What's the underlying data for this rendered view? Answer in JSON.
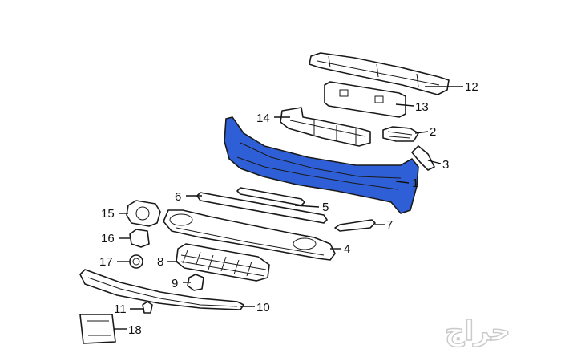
{
  "diagram": {
    "highlight_color": "#2f5fd6",
    "line_color": "#1a1a1a",
    "background_color": "#ffffff",
    "callouts": [
      "1",
      "2",
      "3",
      "4",
      "5",
      "6",
      "7",
      "8",
      "9",
      "10",
      "11",
      "12",
      "13",
      "14",
      "15",
      "16",
      "17",
      "18"
    ],
    "watermark": {
      "text": "حراج",
      "kind": "logo"
    }
  }
}
